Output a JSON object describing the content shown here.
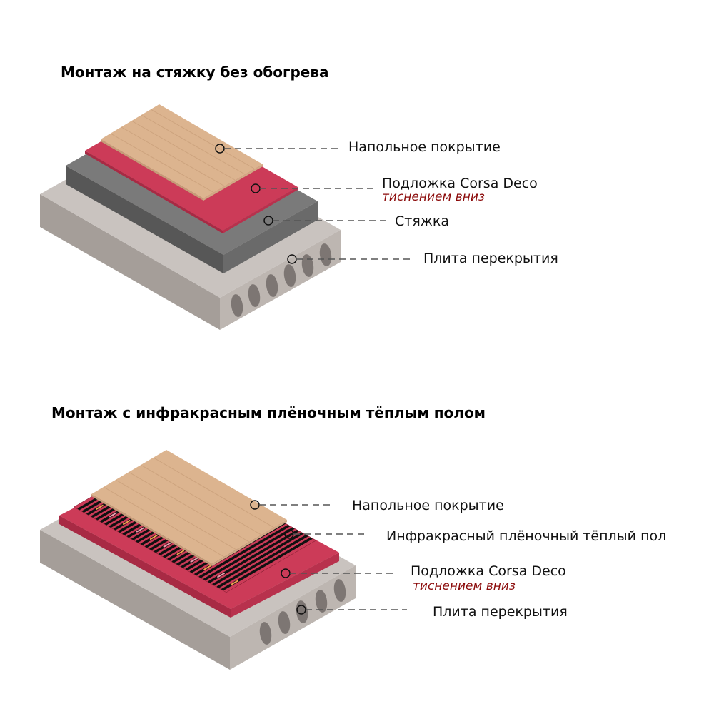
{
  "diagram_top": {
    "title": "Монтаж на стяжку без обогрева",
    "labels": [
      {
        "text": "Напольное покрытие"
      },
      {
        "text": "Подложка Corsa Deco",
        "note": "тиснением вниз"
      },
      {
        "text": "Стяжка"
      },
      {
        "text": "Плита перекрытия"
      }
    ]
  },
  "diagram_bottom": {
    "title": "Монтаж с инфракрасным плёночным тёплым полом",
    "labels": [
      {
        "text": "Напольное покрытие"
      },
      {
        "text": "Инфракрасный плёночный тёплый пол"
      },
      {
        "text": "Подложка Corsa Deco",
        "note": "тиснением вниз"
      },
      {
        "text": "Плита перекрытия"
      }
    ]
  },
  "colors": {
    "wood": "#dcb48f",
    "underlay": "#cc3b58",
    "screed": "#6e6e6e",
    "slab": "#c9c3bf",
    "note": "#8b0a0a"
  }
}
